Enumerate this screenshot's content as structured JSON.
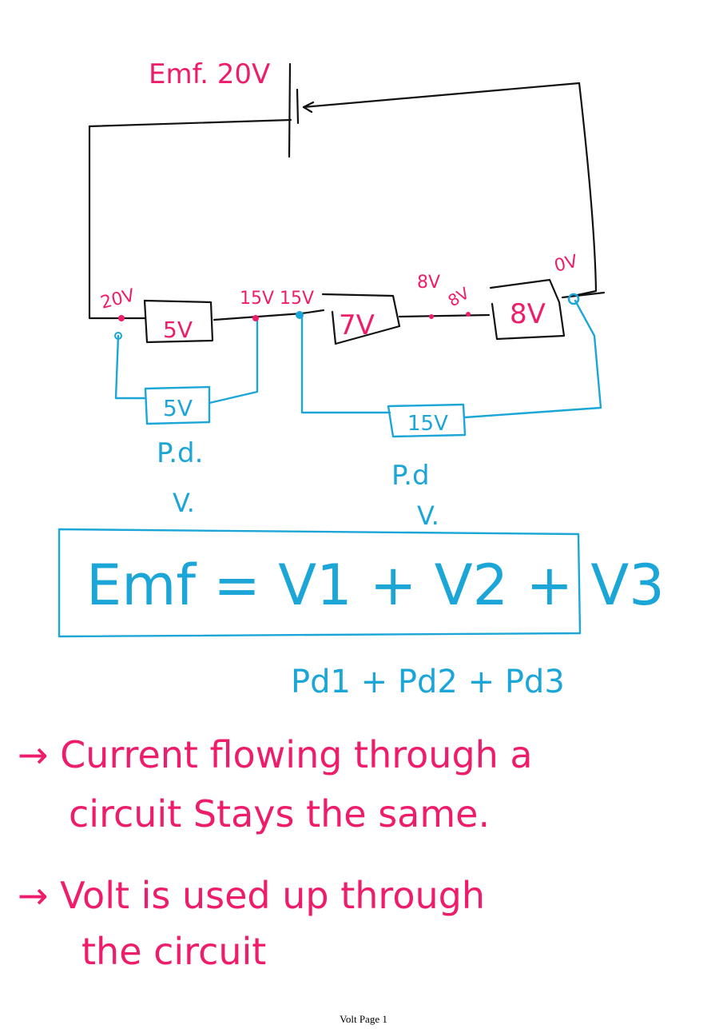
{
  "circuit": {
    "emf_label": "Emf. 20V",
    "resistors": [
      {
        "label": "5V"
      },
      {
        "label": "7V"
      },
      {
        "label": "8V"
      }
    ],
    "node_voltages": [
      "20V",
      "15V",
      "15V",
      "8V",
      "8V",
      "0V"
    ],
    "voltmeters": [
      {
        "reading": "5V",
        "caption_line1": "P.d.",
        "caption_line2": "V."
      },
      {
        "reading": "15V",
        "caption_line1": "P.d",
        "caption_line2": "V."
      }
    ]
  },
  "equation": {
    "main": "Emf = V1 + V2 + V3",
    "under": "Pd1 + Pd2 + Pd3"
  },
  "notes": [
    {
      "line1": "→ Current flowing through a",
      "line2": "circuit Stays the same."
    },
    {
      "line1": "→ Volt is used up through",
      "line2": "the circuit"
    }
  ],
  "footer": {
    "page_label": "Volt Page 1"
  },
  "colors": {
    "wire": "#111111",
    "red_ink": "#ee1d6b",
    "blue_ink": "#1ca6d8"
  }
}
